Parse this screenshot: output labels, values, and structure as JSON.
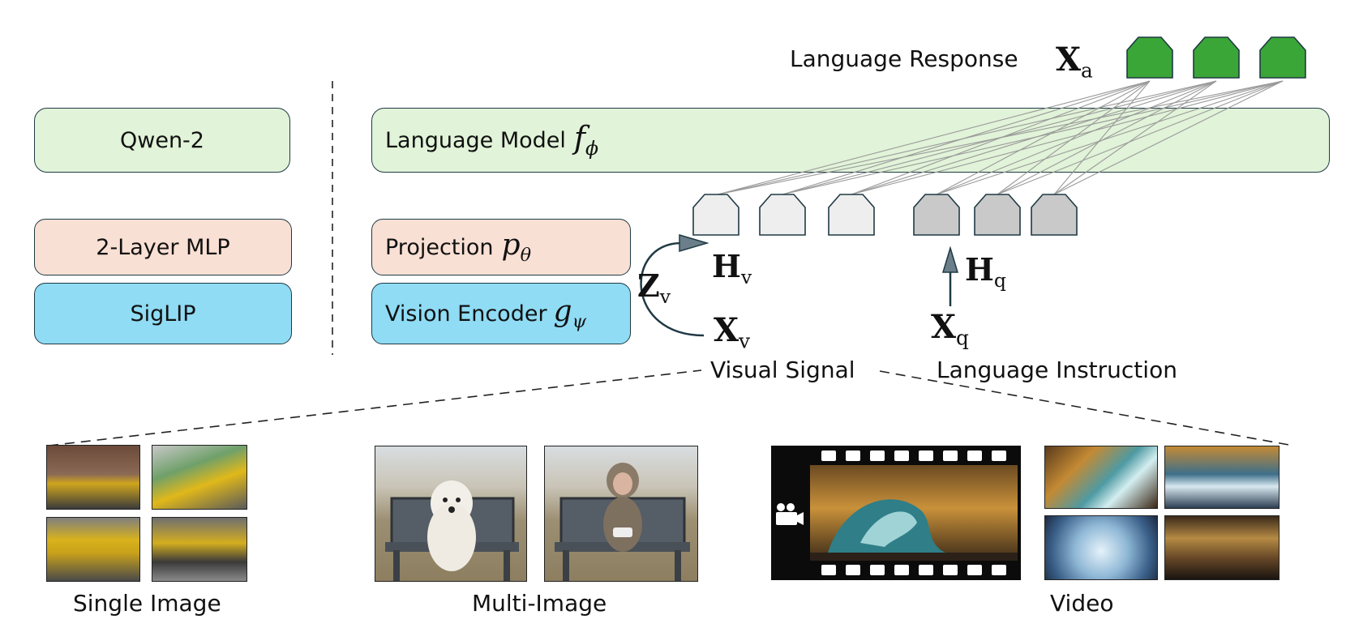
{
  "left_stack": {
    "llm": "Qwen-2",
    "projector": "2-Layer MLP",
    "encoder": "SigLIP"
  },
  "arch": {
    "language_model": "Language Model",
    "language_model_symbol": "f",
    "language_model_sub": "ϕ",
    "projection": "Projection",
    "projection_symbol": "p",
    "projection_sub": "θ",
    "vision_encoder": "Vision Encoder",
    "vision_encoder_symbol": "g",
    "vision_encoder_sub": "ψ"
  },
  "labels": {
    "language_response": "Language Response",
    "xa": "X",
    "xa_sub": "a",
    "hv": "H",
    "hv_sub": "v",
    "zv": "Z",
    "zv_sub": "v",
    "xv": "X",
    "xv_sub": "v",
    "hq": "H",
    "hq_sub": "q",
    "xq": "X",
    "xq_sub": "q",
    "visual_signal": "Visual Signal",
    "language_instruction": "Language Instruction"
  },
  "captions": {
    "single_image": "Single Image",
    "multi_image": "Multi-Image",
    "video": "Video"
  },
  "colors": {
    "green_box": "#e1f3d8",
    "peach_box": "#f9e0d4",
    "blue_box": "#8fdcf4",
    "response_token": "#3aa637",
    "visual_token": "#eeeeee",
    "instruction_token": "#c9c9c9",
    "arrow": "#6b7f8a"
  }
}
